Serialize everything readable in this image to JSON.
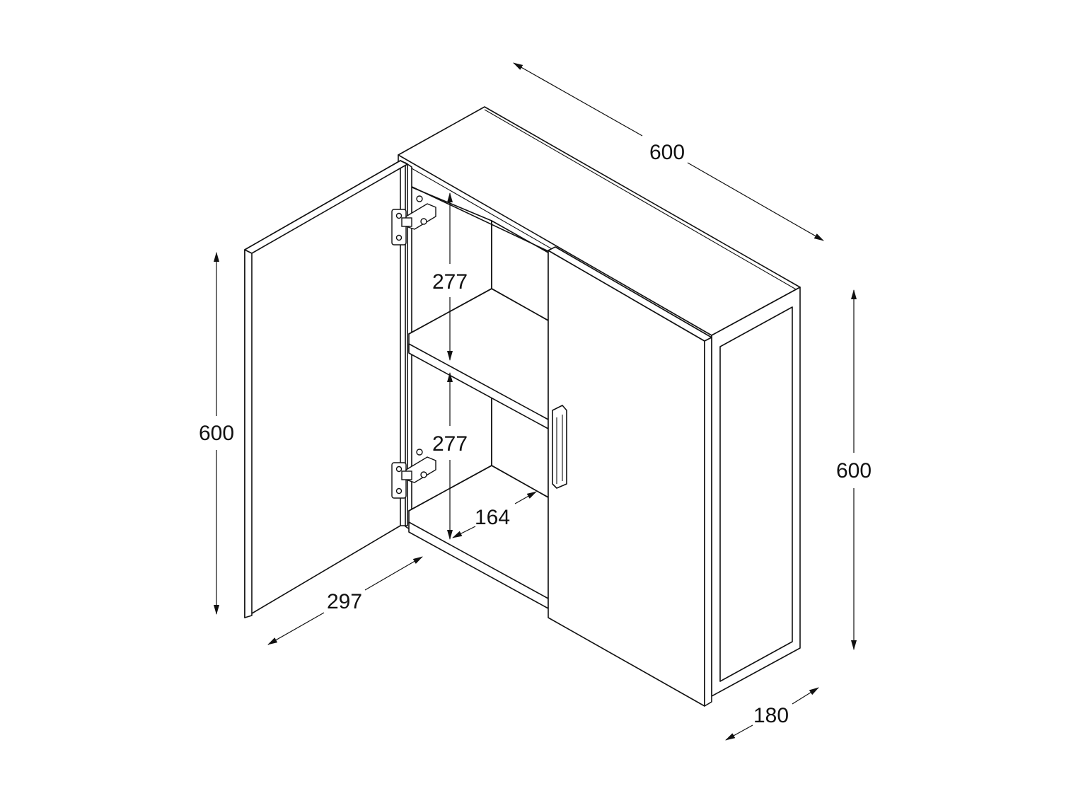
{
  "dimensions": {
    "top_width": "600",
    "left_height": "600",
    "right_height": "600",
    "upper_shelf_gap": "277",
    "lower_shelf_gap": "277",
    "inner_depth": "164",
    "door_width": "297",
    "side_depth": "180"
  }
}
